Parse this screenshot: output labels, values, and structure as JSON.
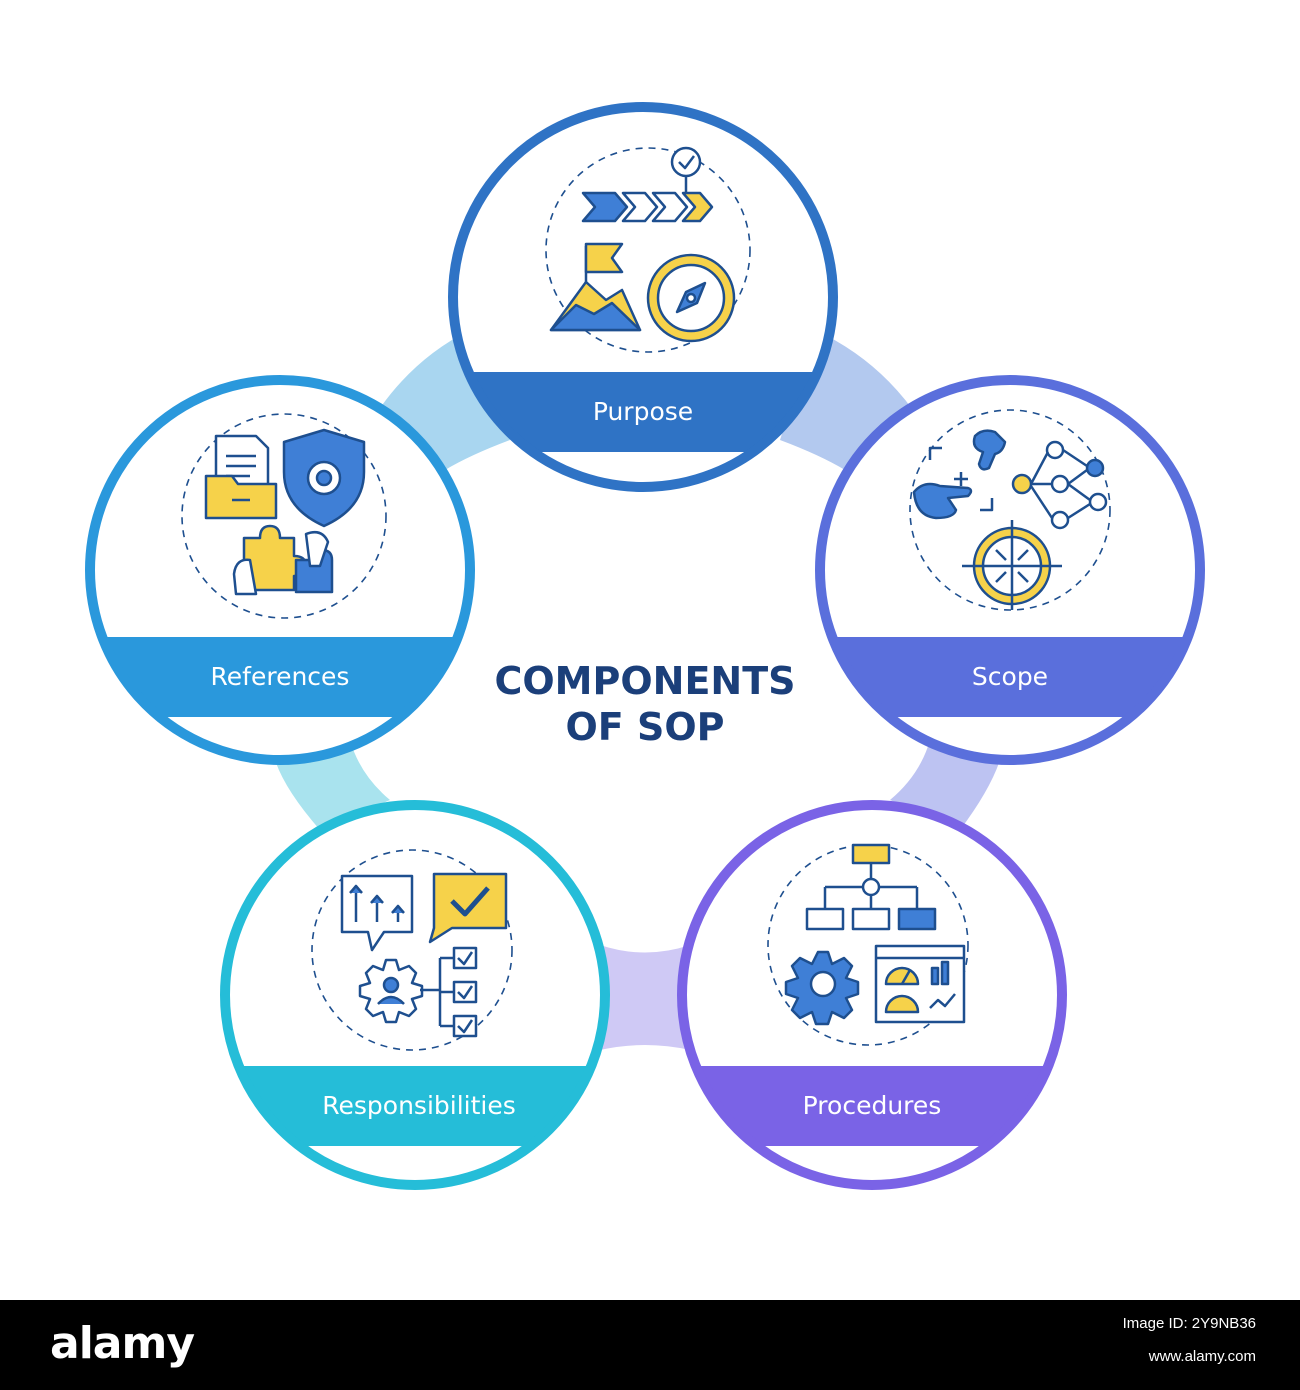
{
  "title": {
    "line1": "COMPONENTS",
    "line2": "OF SOP"
  },
  "components": [
    {
      "label": "Purpose",
      "color": "#2f73c5",
      "icon": "purpose-icon"
    },
    {
      "label": "Scope",
      "color": "#5a6fdc",
      "icon": "scope-icon"
    },
    {
      "label": "Procedures",
      "color": "#7a63e6",
      "icon": "procedures-icon"
    },
    {
      "label": "Responsibilities",
      "color": "#25bdd8",
      "icon": "responsibilities-icon"
    },
    {
      "label": "References",
      "color": "#2a98dc",
      "icon": "references-icon"
    }
  ],
  "colors": {
    "title": "#1b3f7a",
    "icon_yellow": "#f6d24a",
    "icon_blue": "#3f7fd6",
    "icon_stroke": "#1e4f8f"
  },
  "footer": {
    "brand": "alamy",
    "image_id": "Image ID: 2Y9NB36",
    "site": "www.alamy.com"
  }
}
